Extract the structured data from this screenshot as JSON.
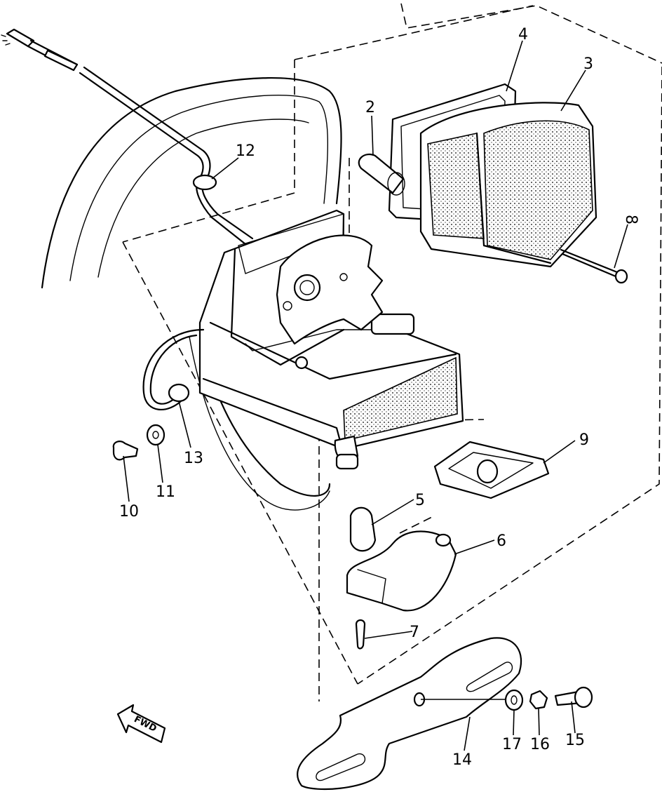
{
  "diagram": {
    "callouts": [
      {
        "id": "c1",
        "label": "2"
      },
      {
        "id": "c2",
        "label": "3"
      },
      {
        "id": "c3",
        "label": "4"
      },
      {
        "id": "c4",
        "label": "8"
      },
      {
        "id": "c5",
        "label": "12"
      },
      {
        "id": "c6",
        "label": "9"
      },
      {
        "id": "c7",
        "label": "5"
      },
      {
        "id": "c8",
        "label": "6"
      },
      {
        "id": "c9",
        "label": "7"
      },
      {
        "id": "c10",
        "label": "13"
      },
      {
        "id": "c11",
        "label": "11"
      },
      {
        "id": "c12",
        "label": "10"
      },
      {
        "id": "c13",
        "label": "14"
      },
      {
        "id": "c14",
        "label": "17"
      },
      {
        "id": "c15",
        "label": "16"
      },
      {
        "id": "c16",
        "label": "15"
      }
    ],
    "direction_arrow": {
      "label": "FWD"
    }
  }
}
